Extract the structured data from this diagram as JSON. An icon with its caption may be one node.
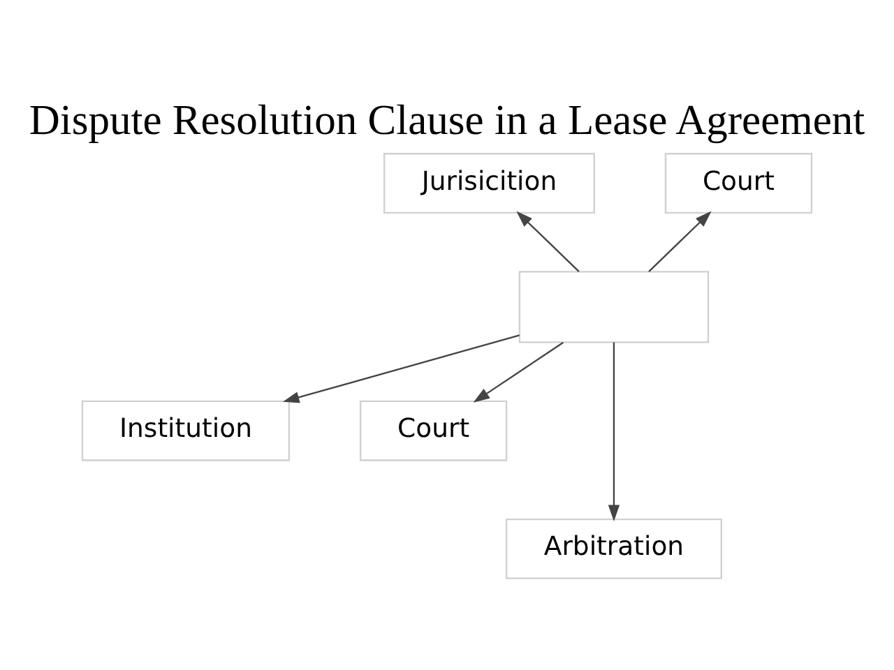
{
  "diagram": {
    "title": "Dispute Resolution Clause in a Lease Agreement",
    "nodes": [
      {
        "text": [
          "Jurisicition"
        ]
      },
      {
        "text": [
          "Court"
        ]
      },
      {
        "text": [],
        "shape": "box"
      },
      {
        "text": [
          "Institution"
        ]
      },
      {
        "text": [
          "Court"
        ]
      },
      {
        "text": [
          "Arbitration"
        ]
      }
    ],
    "edges": [
      {
        "from": 2,
        "to": 0,
        "arrow": "to"
      },
      {
        "from": 2,
        "to": 1,
        "arrow": "to"
      },
      {
        "from": 2,
        "to": 3,
        "arrow": "to"
      },
      {
        "from": 2,
        "to": 4,
        "arrow": "to"
      },
      {
        "from": 2,
        "to": 5,
        "arrow": "to"
      }
    ]
  }
}
